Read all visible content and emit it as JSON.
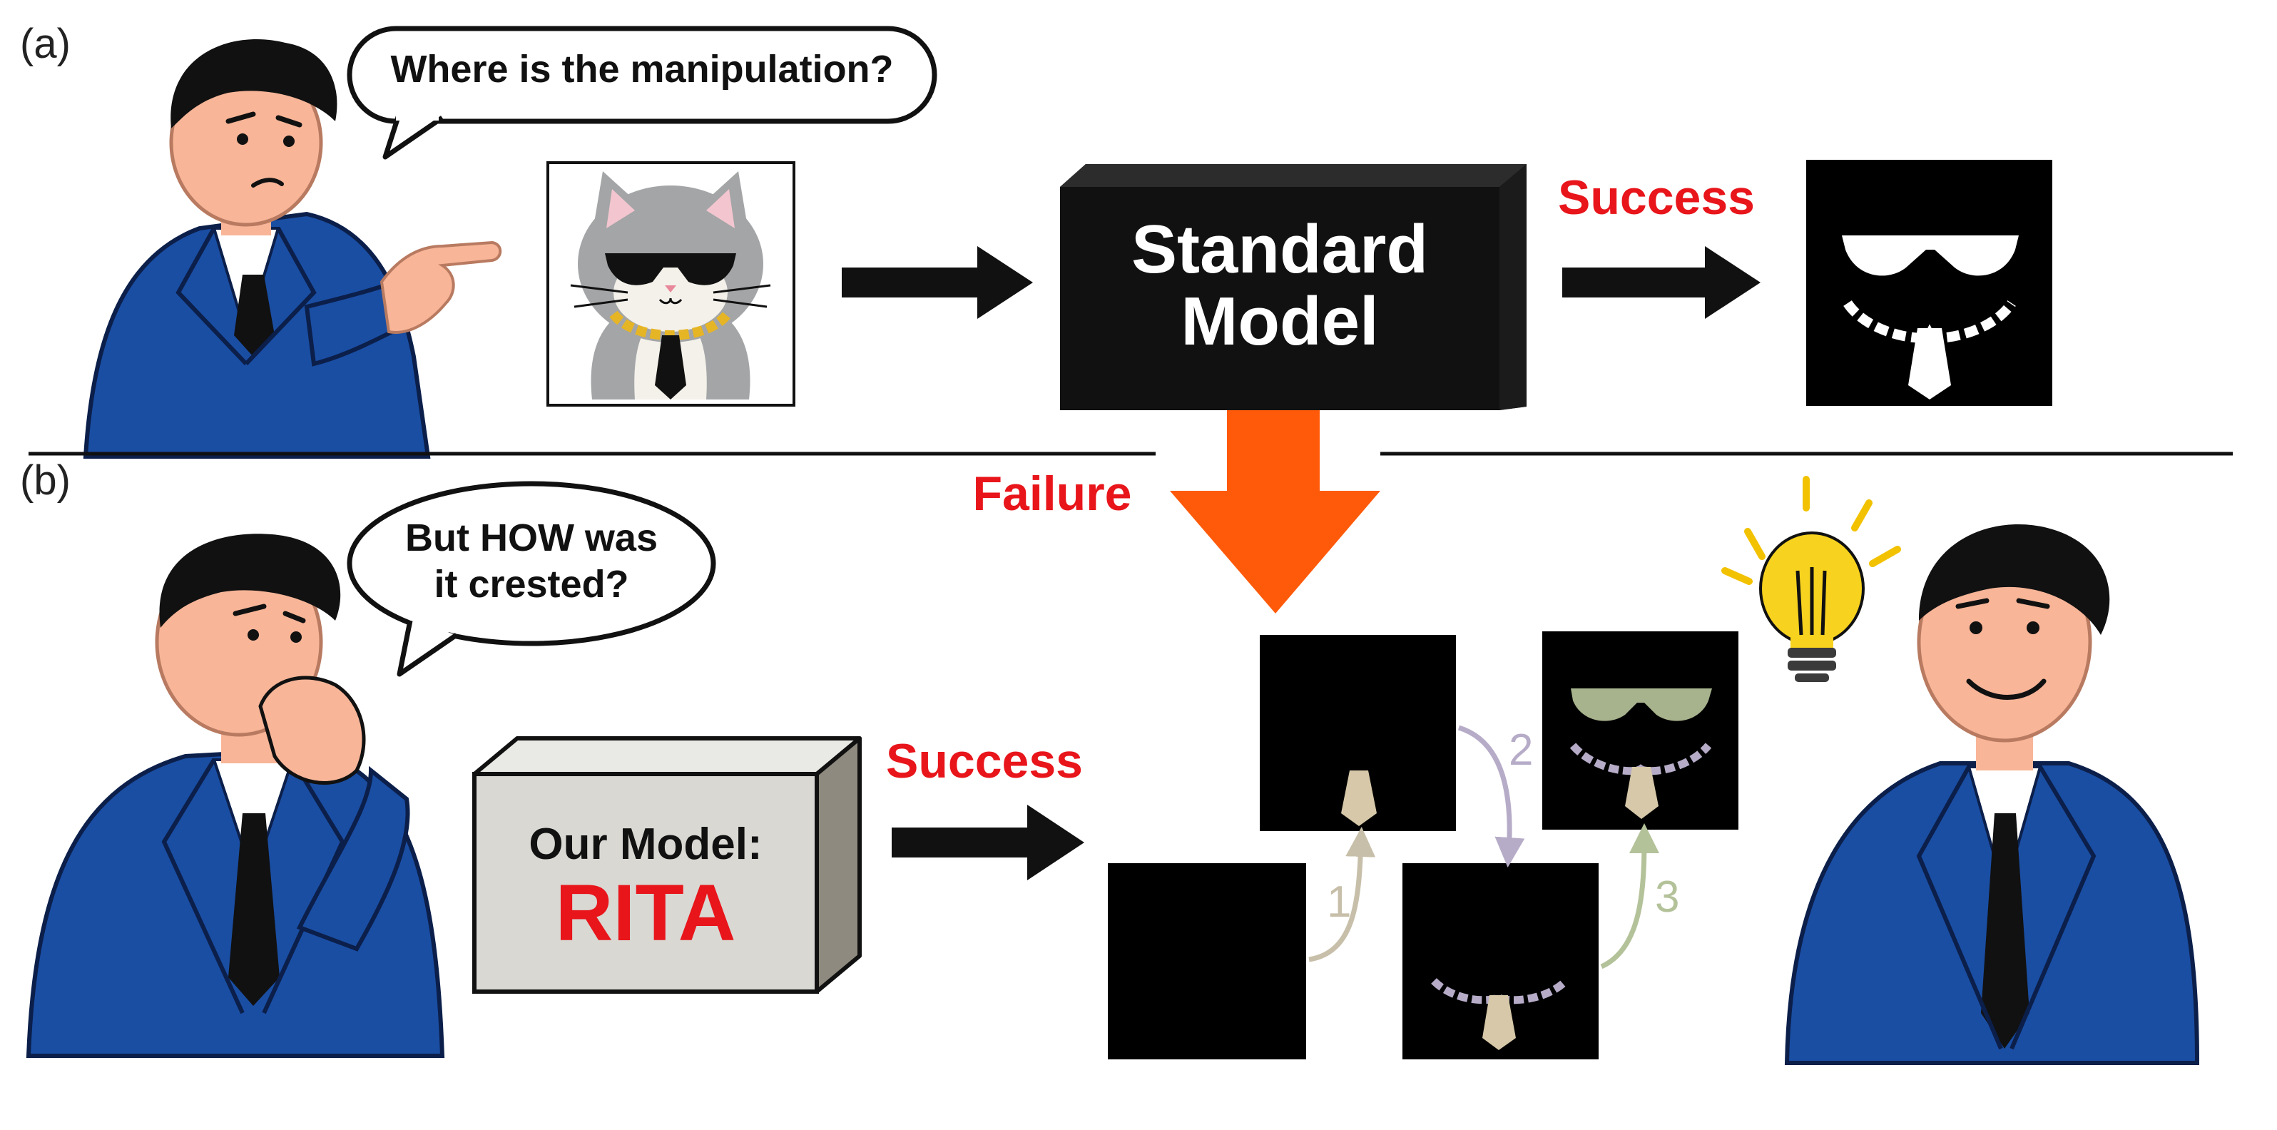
{
  "panels": {
    "a_label": "(a)",
    "b_label": "(b)"
  },
  "speech": {
    "question_a": "Where is the manipulation?",
    "question_b_line1": "But HOW was",
    "question_b_line2": "it crested?"
  },
  "standard_model": {
    "line1": "Standard",
    "line2": "Model"
  },
  "our_model": {
    "line1": "Our Model:",
    "line2": "RITA"
  },
  "outcomes": {
    "success_a": "Success",
    "failure": "Failure",
    "success_b": "Success"
  },
  "steps": [
    "1",
    "2",
    "3"
  ],
  "colors": {
    "success_red": "#e8151b",
    "failure_orange": "#ff5a0a",
    "suit_blue": "#1a4ea3",
    "skin": "#f8b598",
    "step1": "#c7bfa9",
    "step2": "#b6acc8",
    "step3": "#b4c29a"
  },
  "icons": [
    "lightbulb-icon",
    "cat-image-icon",
    "sunglasses-mask-icon"
  ]
}
